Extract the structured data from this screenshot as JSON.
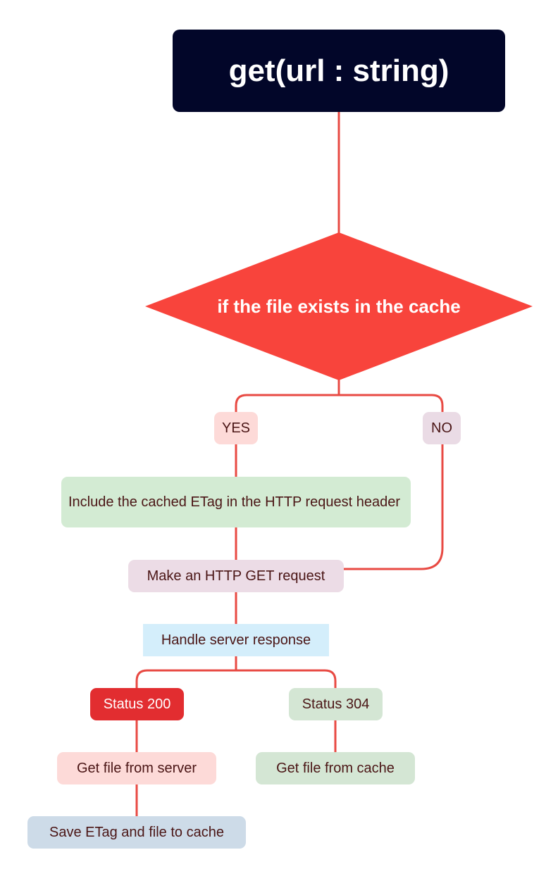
{
  "root": {
    "label": "get(url : string)"
  },
  "decision": {
    "label": "if the file exists in the cache"
  },
  "branches": {
    "yes": "YES",
    "no": "NO"
  },
  "steps": {
    "include_etag": "Include the cached ETag in the HTTP request header",
    "make_request": "Make an HTTP GET request",
    "handle_response": "Handle server response",
    "status_200": "Status 200",
    "status_304": "Status 304",
    "get_from_server": "Get file from server",
    "get_from_cache": "Get file from cache",
    "save_etag": "Save ETag and file to cache"
  },
  "colors": {
    "connector": "#e84a43",
    "root_bg": "#020629",
    "decision_bg": "#f8443c",
    "status_200_bg": "#e22d30"
  }
}
